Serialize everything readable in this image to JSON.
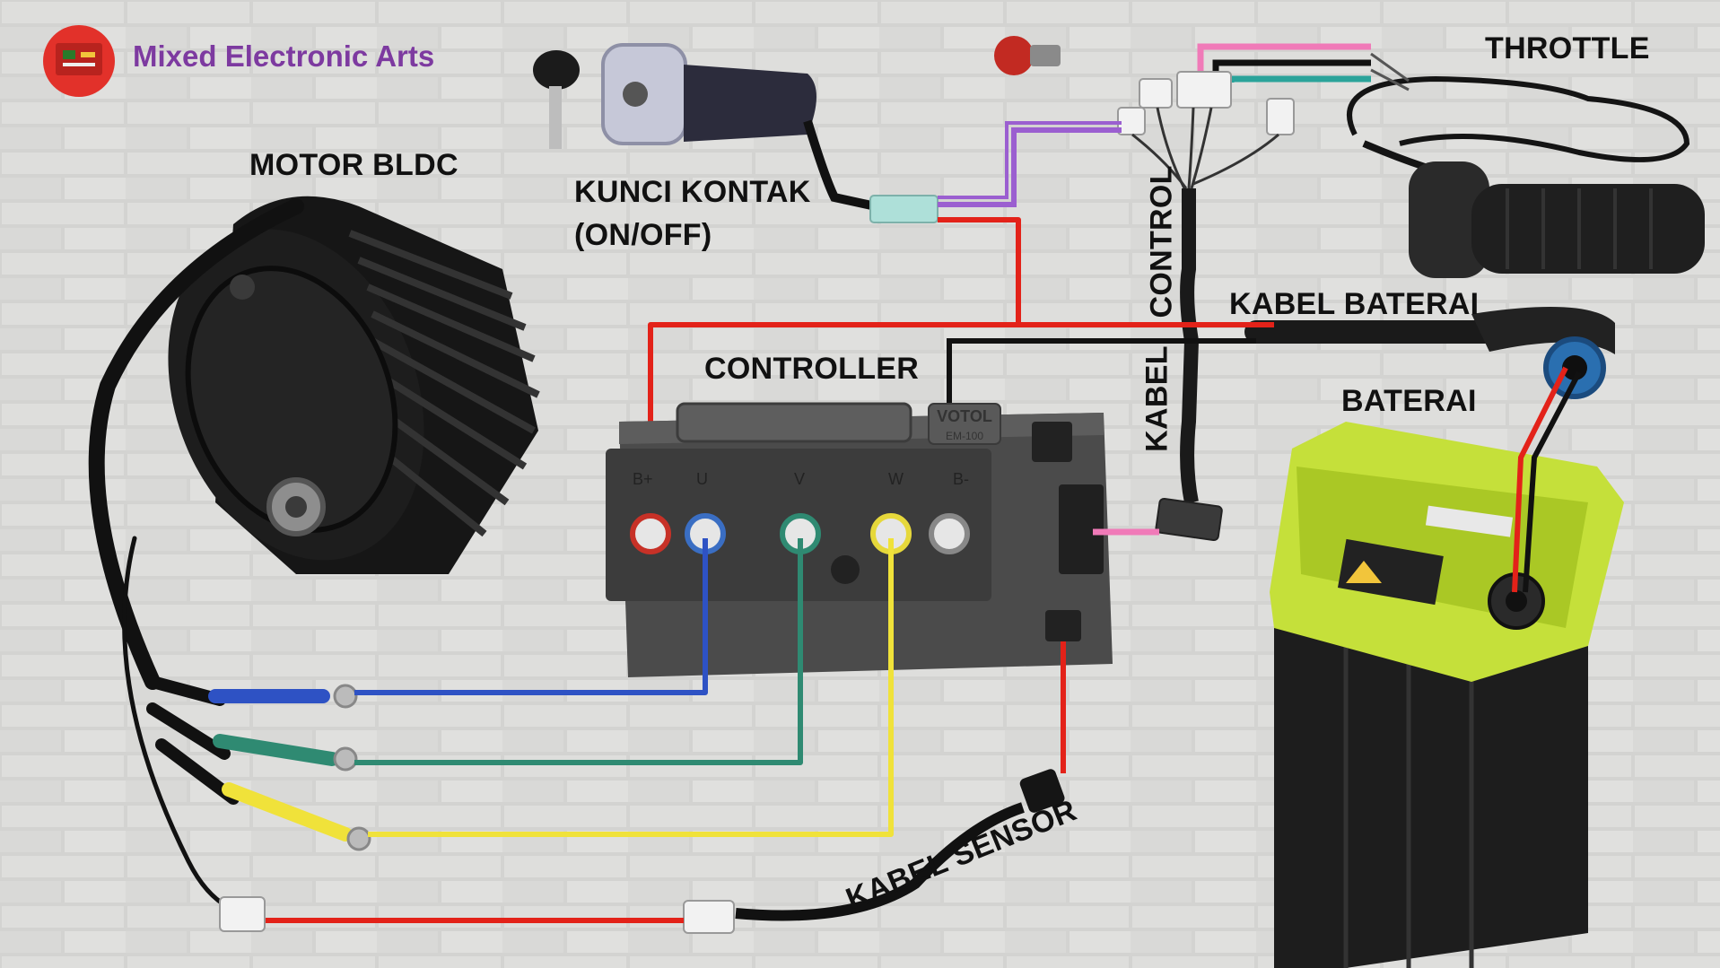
{
  "brand": {
    "name": "Mixed Electronic Arts",
    "logo_icon": "circuit-board-logo-icon"
  },
  "labels": {
    "motor": "MOTOR BLDC",
    "ignition_line1": "KUNCI KONTAK",
    "ignition_line2": "(ON/OFF)",
    "throttle": "THROTTLE",
    "controller": "CONTROLLER",
    "control_cable_line1": "CONTROL",
    "control_cable_line2": "KABEL",
    "battery_cable": "KABEL BATERAI",
    "battery": "BATERAI",
    "sensor_cable": "KABEL SENSOR"
  },
  "controller": {
    "brand_text": "VOTOL",
    "model_text": "EM-100",
    "terminals": [
      "B+",
      "U",
      "V",
      "W",
      "B-"
    ]
  },
  "wire_colors": {
    "power_positive": "#e32219",
    "power_negative": "#111111",
    "phase_u": "#2e52c4",
    "phase_v": "#2f8a72",
    "phase_w": "#f0e23a",
    "ignition": "#9b5fd0",
    "throttle_signal": "#f07ab8",
    "throttle_ground": "#111111",
    "throttle_signal2": "#2aa39a",
    "battery_body": "#c5e03a"
  }
}
